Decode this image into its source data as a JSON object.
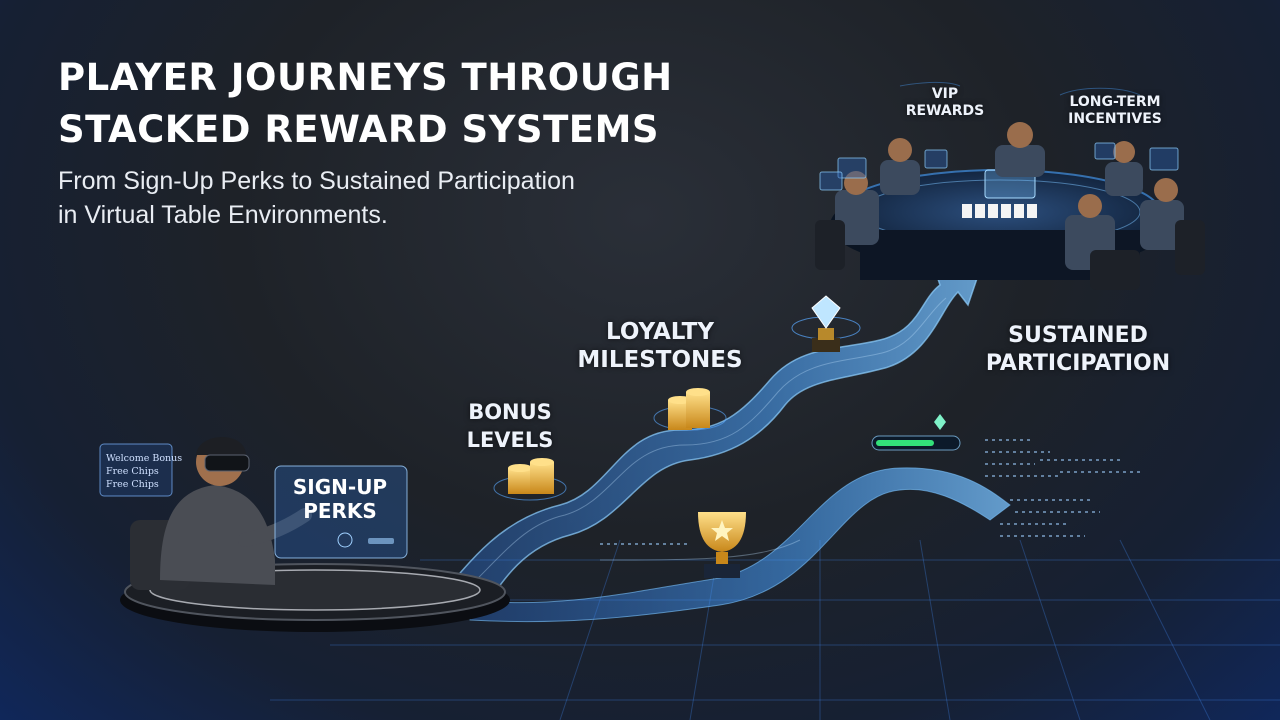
{
  "header": {
    "title_line1": "PLAYER JOURNEYS THROUGH",
    "title_line2": "STACKED REWARD SYSTEMS",
    "subtitle_line1": "From Sign-Up Perks to Sustained Participation",
    "subtitle_line2": "in Virtual Table Environments."
  },
  "stages": {
    "signup": "SIGN-UP PERKS",
    "bonus": [
      "BONUS",
      "LEVELS"
    ],
    "loyalty": [
      "LOYALTY",
      "MILESTONES"
    ],
    "sustained": [
      "SUSTAINED",
      "PARTICIPATION"
    ],
    "vip": [
      "VIP",
      "REWARDS"
    ],
    "longterm": [
      "LONG-TERM",
      "INCENTIVES"
    ]
  },
  "panel": {
    "lines": [
      "Welcome Bonus",
      "Free Chips",
      "Free Chips"
    ]
  },
  "colors": {
    "accent_blue": "#4aa3ff",
    "progress_green": "#33e07a",
    "gold": "#f2b632",
    "bg_dark": "#1e2228"
  },
  "icons": [
    "trophy-icon",
    "diamond-icon",
    "coin-stack-icon",
    "vr-headset-icon"
  ]
}
